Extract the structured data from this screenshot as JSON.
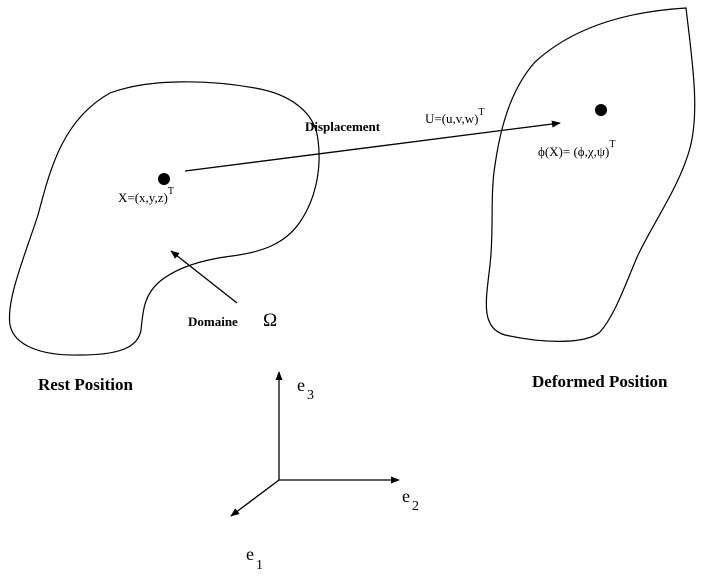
{
  "labels": {
    "rest_point": "X=(x,y,z)",
    "rest_point_sup": "T",
    "displacement_word": "Displacement",
    "displacement_vec": "U=(u,v,w)",
    "displacement_sup": "T",
    "deformed_point": "ϕ(X)= (ϕ,χ,ψ)",
    "deformed_point_sup": "T",
    "domain_word": "Domaine",
    "domain_symbol": "Ω",
    "rest_title": "Rest Position",
    "deformed_title": "Deformed Position",
    "e3": "e",
    "e3_sub": "3",
    "e2": "e",
    "e2_sub": "2",
    "e1": "e",
    "e1_sub": "1"
  }
}
